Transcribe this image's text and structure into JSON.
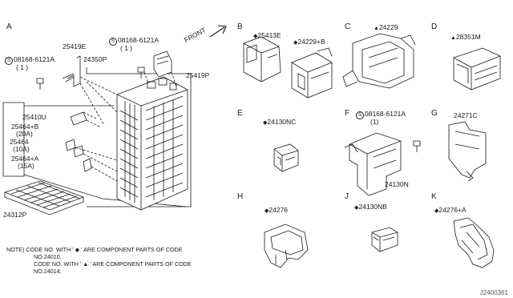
{
  "sections": {
    "A": "A",
    "B": "B",
    "C": "C",
    "D": "D",
    "E": "E",
    "F": "F",
    "G": "G",
    "H": "H",
    "J": "J",
    "K": "K"
  },
  "front_label": "FRONT",
  "parts": {
    "p25419E": "25419E",
    "p08168_left": "08168-6121A",
    "p08168_left_qty": "( 1 )",
    "p08168_top": "08168-6121A",
    "p08168_top_qty": "( 1 )",
    "p24350P": "24350P",
    "p25419P": "25419P",
    "p25410U": "25410U",
    "p25464B": "25464+B",
    "p25464B_rating": "(20A)",
    "p25464": "25464",
    "p25464_rating": "(10A)",
    "p25464A": "25464+A",
    "p25464A_rating": "(15A)",
    "p24312P": "24312P",
    "p25413E": "25413E",
    "p24229B": "24229+B",
    "p24229": "24229",
    "p28351M": "28351M",
    "p24130NC": "24130NC",
    "p08168_F": "08168-6121A",
    "p08168_F_qty": "(1)",
    "p24130N": "24130N",
    "p24271C": "24271C",
    "p24276": "24276",
    "p24130NB": "24130NB",
    "p24276A": "24276+A"
  },
  "notes": {
    "line1": "NOTE) CODE NO. WITH ' ◆ ' ARE COMPONENT PARTS OF CODE",
    "line2": "NO.24010.",
    "line3": "CODE NO. WITH ' ▲ ' ARE COMPONENT PARTS OF CODE",
    "line4": "NO.24014."
  },
  "ref_code": "J2400361"
}
